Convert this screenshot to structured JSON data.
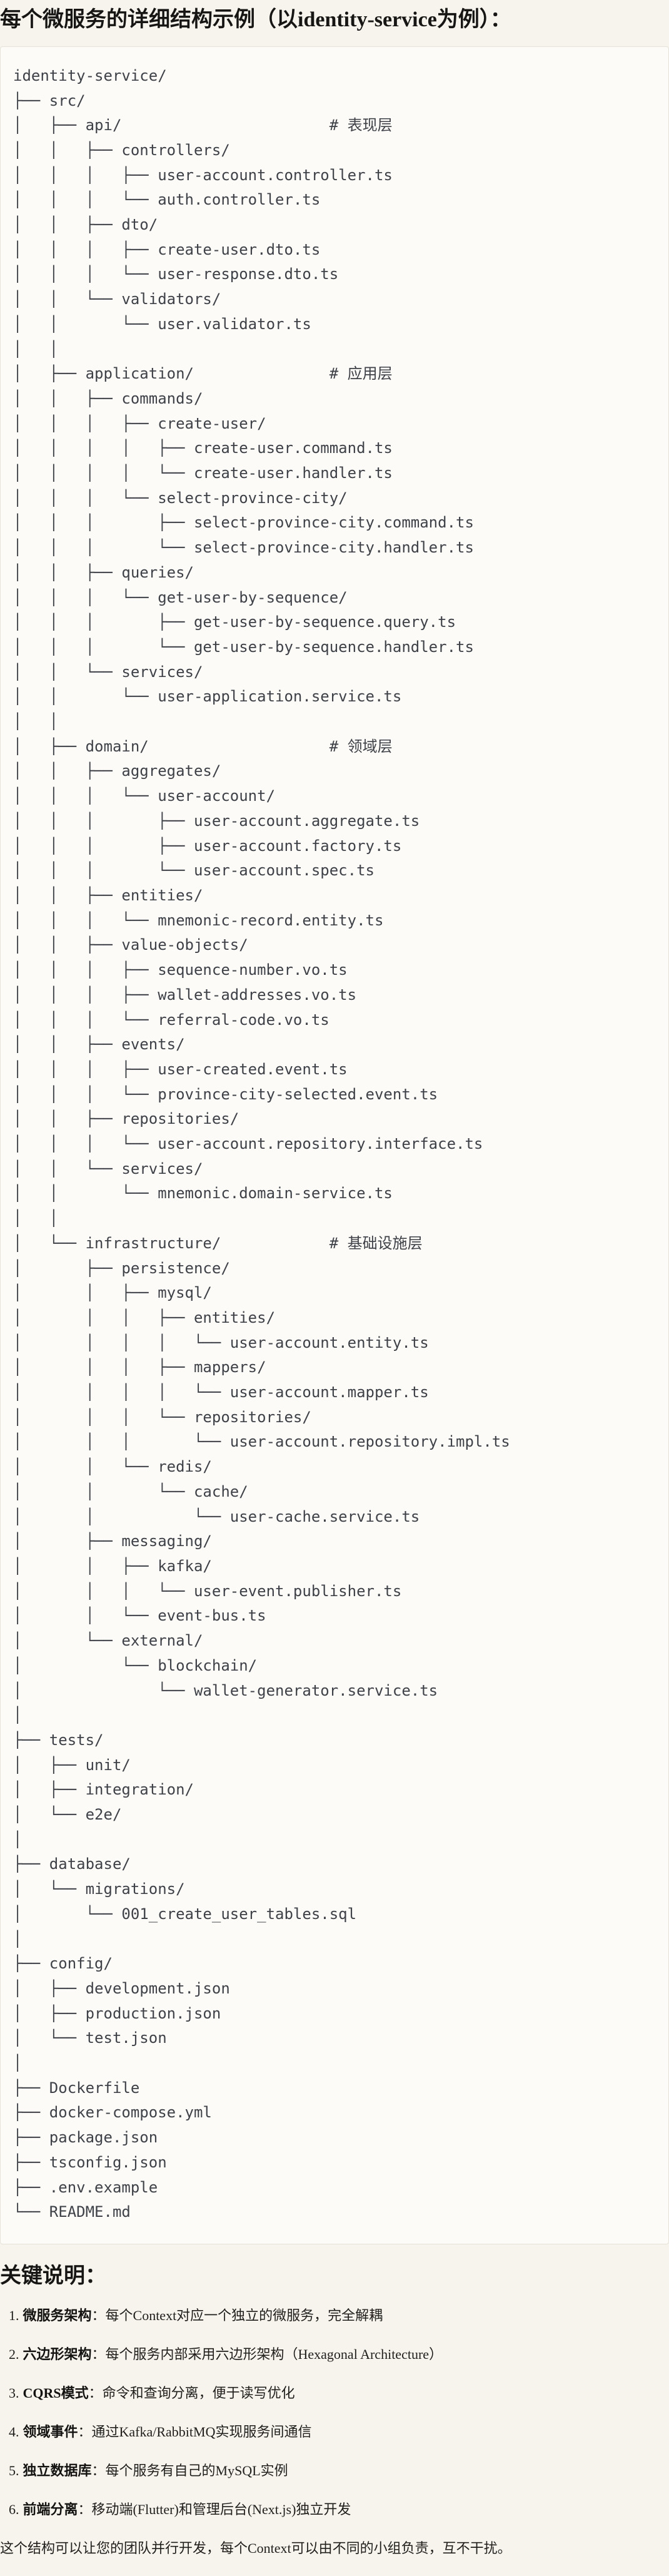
{
  "title": "每个微服务的详细结构示例（以identity-service为例）：",
  "tree": "identity-service/\n├── src/\n│   ├── api/                       # 表现层\n│   │   ├── controllers/\n│   │   │   ├── user-account.controller.ts\n│   │   │   └── auth.controller.ts\n│   │   ├── dto/\n│   │   │   ├── create-user.dto.ts\n│   │   │   └── user-response.dto.ts\n│   │   └── validators/\n│   │       └── user.validator.ts\n│   │\n│   ├── application/               # 应用层\n│   │   ├── commands/\n│   │   │   ├── create-user/\n│   │   │   │   ├── create-user.command.ts\n│   │   │   │   └── create-user.handler.ts\n│   │   │   └── select-province-city/\n│   │   │       ├── select-province-city.command.ts\n│   │   │       └── select-province-city.handler.ts\n│   │   ├── queries/\n│   │   │   └── get-user-by-sequence/\n│   │   │       ├── get-user-by-sequence.query.ts\n│   │   │       └── get-user-by-sequence.handler.ts\n│   │   └── services/\n│   │       └── user-application.service.ts\n│   │\n│   ├── domain/                    # 领域层\n│   │   ├── aggregates/\n│   │   │   └── user-account/\n│   │   │       ├── user-account.aggregate.ts\n│   │   │       ├── user-account.factory.ts\n│   │   │       └── user-account.spec.ts\n│   │   ├── entities/\n│   │   │   └── mnemonic-record.entity.ts\n│   │   ├── value-objects/\n│   │   │   ├── sequence-number.vo.ts\n│   │   │   ├── wallet-addresses.vo.ts\n│   │   │   └── referral-code.vo.ts\n│   │   ├── events/\n│   │   │   ├── user-created.event.ts\n│   │   │   └── province-city-selected.event.ts\n│   │   ├── repositories/\n│   │   │   └── user-account.repository.interface.ts\n│   │   └── services/\n│   │       └── mnemonic.domain-service.ts\n│   │\n│   └── infrastructure/            # 基础设施层\n│       ├── persistence/\n│       │   ├── mysql/\n│       │   │   ├── entities/\n│       │   │   │   └── user-account.entity.ts\n│       │   │   ├── mappers/\n│       │   │   │   └── user-account.mapper.ts\n│       │   │   └── repositories/\n│       │   │       └── user-account.repository.impl.ts\n│       │   └── redis/\n│       │       └── cache/\n│       │           └── user-cache.service.ts\n│       ├── messaging/\n│       │   ├── kafka/\n│       │   │   └── user-event.publisher.ts\n│       │   └── event-bus.ts\n│       └── external/\n│           └── blockchain/\n│               └── wallet-generator.service.ts\n│\n├── tests/\n│   ├── unit/\n│   ├── integration/\n│   └── e2e/\n│\n├── database/\n│   └── migrations/\n│       └── 001_create_user_tables.sql\n│\n├── config/\n│   ├── development.json\n│   ├── production.json\n│   └── test.json\n│\n├── Dockerfile\n├── docker-compose.yml\n├── package.json\n├── tsconfig.json\n├── .env.example\n└── README.md",
  "notes": {
    "heading": "关键说明：",
    "items": [
      {
        "num": "1.",
        "label": "微服务架构",
        "text": "：每个Context对应一个独立的微服务，完全解耦"
      },
      {
        "num": "2.",
        "label": "六边形架构",
        "text": "：每个服务内部采用六边形架构（Hexagonal Architecture）"
      },
      {
        "num": "3.",
        "label": "CQRS模式",
        "text": "：命令和查询分离，便于读写优化"
      },
      {
        "num": "4.",
        "label": "领域事件",
        "text": "：通过Kafka/RabbitMQ实现服务间通信"
      },
      {
        "num": "5.",
        "label": "独立数据库",
        "text": "：每个服务有自己的MySQL实例"
      },
      {
        "num": "6.",
        "label": "前端分离",
        "text": "：移动端(Flutter)和管理后台(Next.js)独立开发"
      }
    ],
    "footer": "这个结构可以让您的团队并行开发，每个Context可以由不同的小组负责，互不干扰。"
  }
}
